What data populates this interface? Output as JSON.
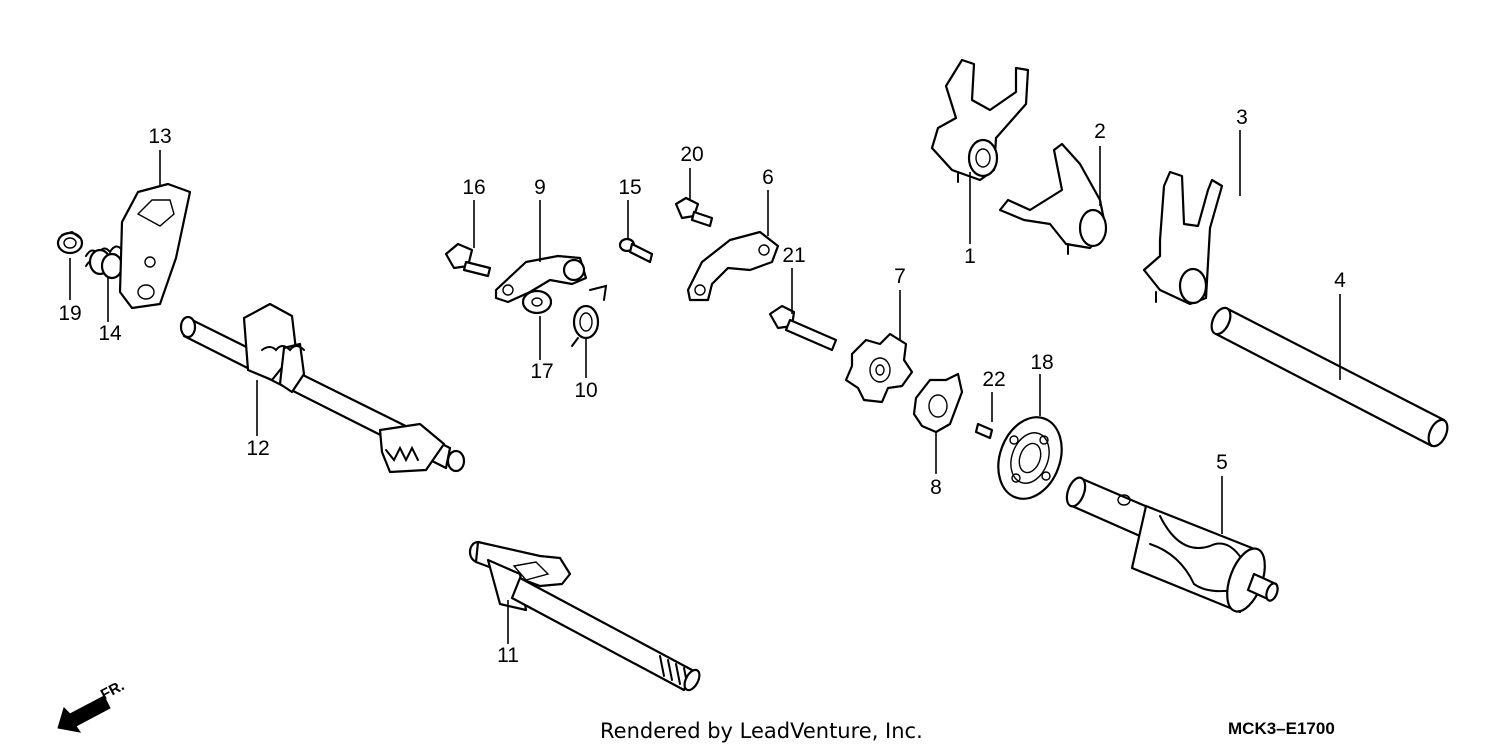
{
  "footer": {
    "rendered_by": "Rendered by LeadVenture, Inc.",
    "diagram_code": "MCK3–E1700",
    "direction_label": "FR."
  },
  "callouts": {
    "c1": "1",
    "c2": "2",
    "c3": "3",
    "c4": "4",
    "c5": "5",
    "c6": "6",
    "c7": "7",
    "c8": "8",
    "c9": "9",
    "c10": "10",
    "c11": "11",
    "c12": "12",
    "c13": "13",
    "c14": "14",
    "c15": "15",
    "c16": "16",
    "c17": "17",
    "c18": "18",
    "c19": "19",
    "c20": "20",
    "c21": "21",
    "c22": "22"
  },
  "icons": {
    "direction_arrow": "front-direction-arrow-icon"
  }
}
